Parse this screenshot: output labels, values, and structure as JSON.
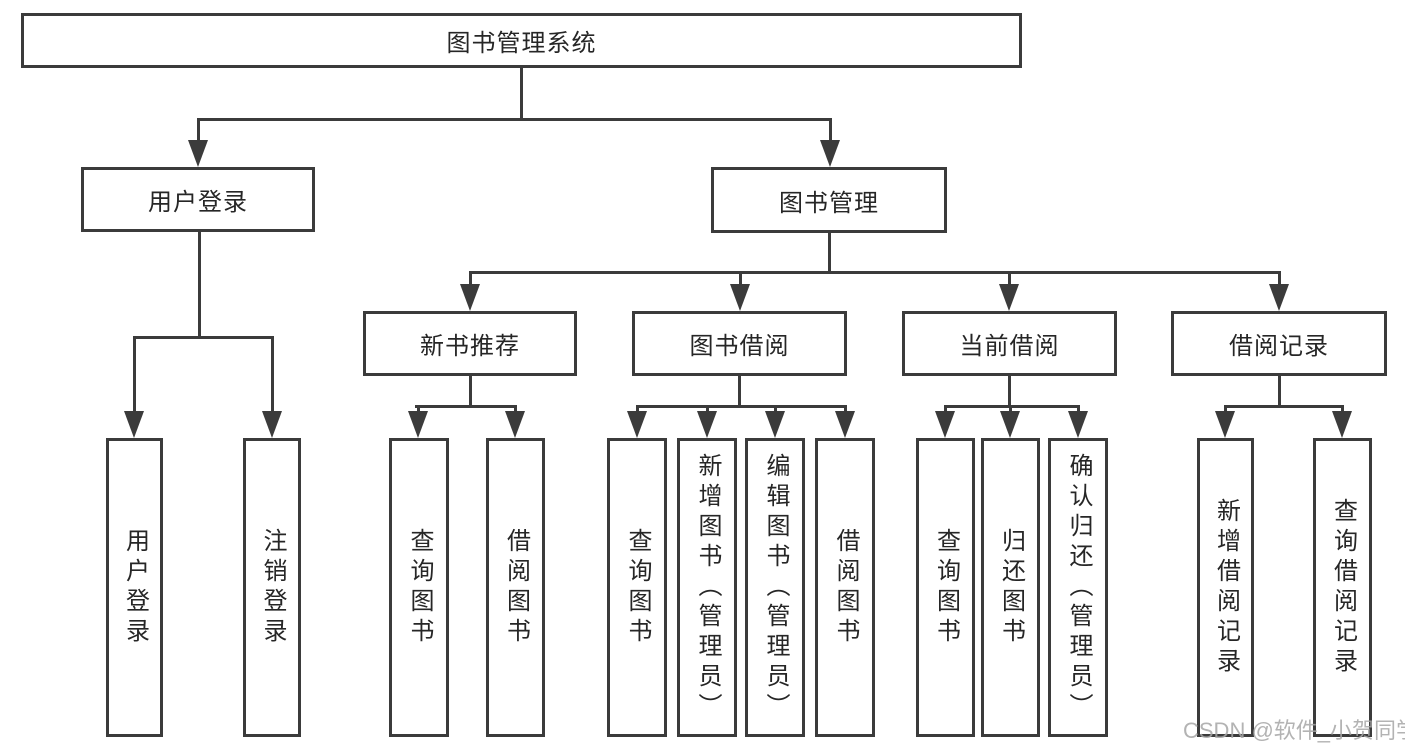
{
  "tree": {
    "root": {
      "label": "图书管理系统",
      "children": [
        {
          "label": "用户登录",
          "children": [
            {
              "label": "用户登录"
            },
            {
              "label": "注销登录"
            }
          ]
        },
        {
          "label": "图书管理",
          "children": [
            {
              "label": "新书推荐",
              "children": [
                {
                  "label": "查询图书"
                },
                {
                  "label": "借阅图书"
                }
              ]
            },
            {
              "label": "图书借阅",
              "children": [
                {
                  "label": "查询图书"
                },
                {
                  "label": "新增图书（管理员）"
                },
                {
                  "label": "编辑图书（管理员）"
                },
                {
                  "label": "借阅图书"
                }
              ]
            },
            {
              "label": "当前借阅",
              "children": [
                {
                  "label": "查询图书"
                },
                {
                  "label": "归还图书"
                },
                {
                  "label": "确认归还（管理员）"
                }
              ]
            },
            {
              "label": "借阅记录",
              "children": [
                {
                  "label": "新增借阅记录"
                },
                {
                  "label": "查询借阅记录"
                }
              ]
            }
          ]
        }
      ]
    }
  },
  "watermark": {
    "text": "CSDN @软件_小贺同学"
  },
  "colors": {
    "line": "#3b3b3b",
    "text": "#262626",
    "watermark": "#a6a6a6",
    "background": "#ffffff"
  }
}
